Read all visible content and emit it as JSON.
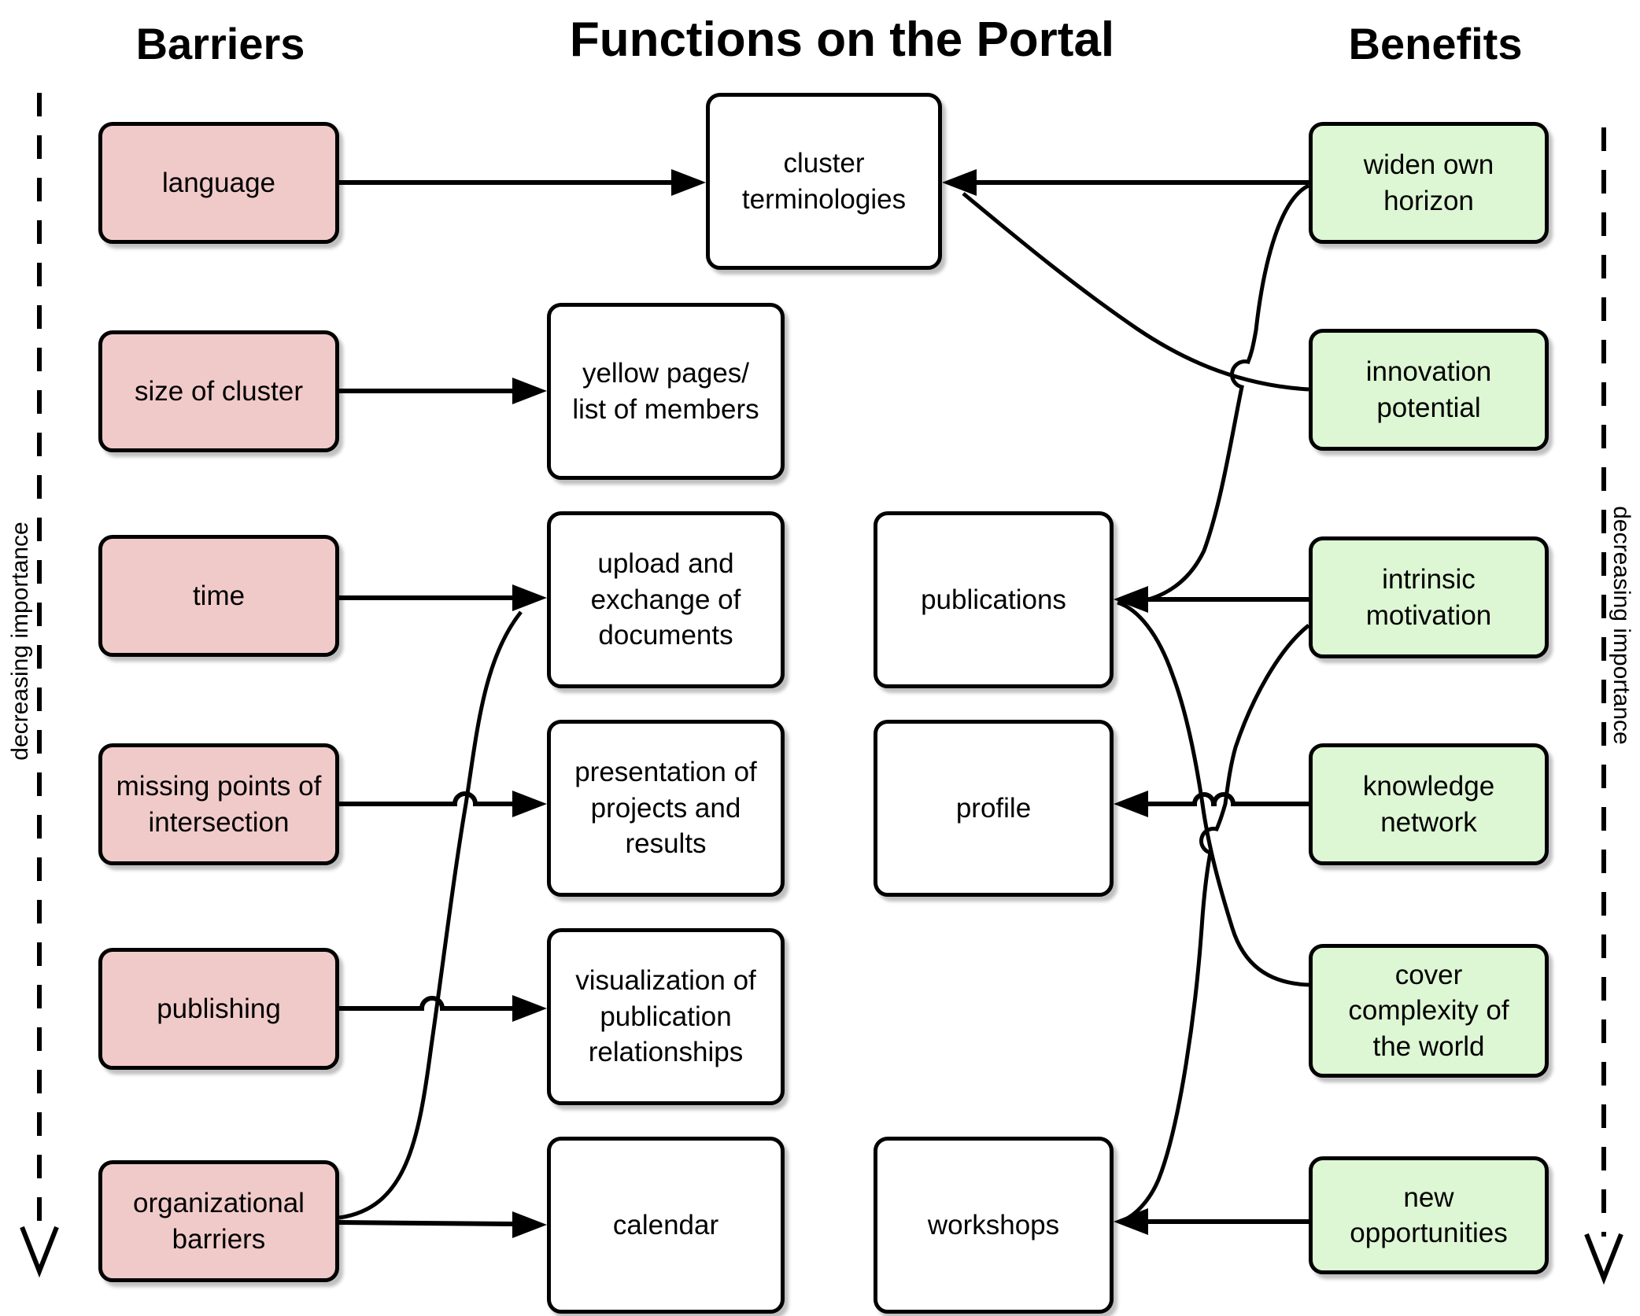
{
  "headers": {
    "barriers": "Barriers",
    "functions": "Functions on the Portal",
    "benefits": "Benefits"
  },
  "side_labels": {
    "left": "decreasing importance",
    "right": "decreasing importance"
  },
  "barriers": [
    "language",
    "size of cluster",
    "time",
    "missing points of\nintersection",
    "publishing",
    "organizational\nbarriers"
  ],
  "functions": {
    "cluster_terminologies": "cluster\nterminologies",
    "yellow_pages": "yellow pages/\nlist of members",
    "upload": "upload and\nexchange of\ndocuments",
    "presentation": "presentation of\nprojects and\nresults",
    "visualization": "visualization of\npublication\nrelationships",
    "calendar": "calendar",
    "publications": "publications",
    "profile": "profile",
    "workshops": "workshops"
  },
  "benefits": [
    "widen own\nhorizon",
    "innovation\npotential",
    "intrinsic\nmotivation",
    "knowledge\nnetwork",
    "cover\ncomplexity of\nthe world",
    "new\nopportunities"
  ],
  "edges": [
    {
      "from": "language",
      "to": "cluster terminologies"
    },
    {
      "from": "size of cluster",
      "to": "yellow pages/list of members"
    },
    {
      "from": "time",
      "to": "upload and exchange of documents"
    },
    {
      "from": "missing points of intersection",
      "to": "presentation of projects and results"
    },
    {
      "from": "publishing",
      "to": "visualization of publication relationships"
    },
    {
      "from": "organizational barriers",
      "to": "calendar"
    },
    {
      "from": "organizational barriers",
      "to": "upload and exchange of documents"
    },
    {
      "from": "widen own horizon",
      "to": "cluster terminologies"
    },
    {
      "from": "innovation potential",
      "to": "cluster terminologies"
    },
    {
      "from": "widen own horizon",
      "to": "publications"
    },
    {
      "from": "intrinsic motivation",
      "to": "publications"
    },
    {
      "from": "cover complexity of the world",
      "to": "publications"
    },
    {
      "from": "knowledge network",
      "to": "profile"
    },
    {
      "from": "intrinsic motivation",
      "to": "workshops"
    },
    {
      "from": "new opportunities",
      "to": "workshops"
    }
  ],
  "colors": {
    "barrier_fill": "#f0cac9",
    "benefit_fill": "#ddf6d3",
    "function_fill": "#ffffff",
    "stroke": "#000000"
  }
}
